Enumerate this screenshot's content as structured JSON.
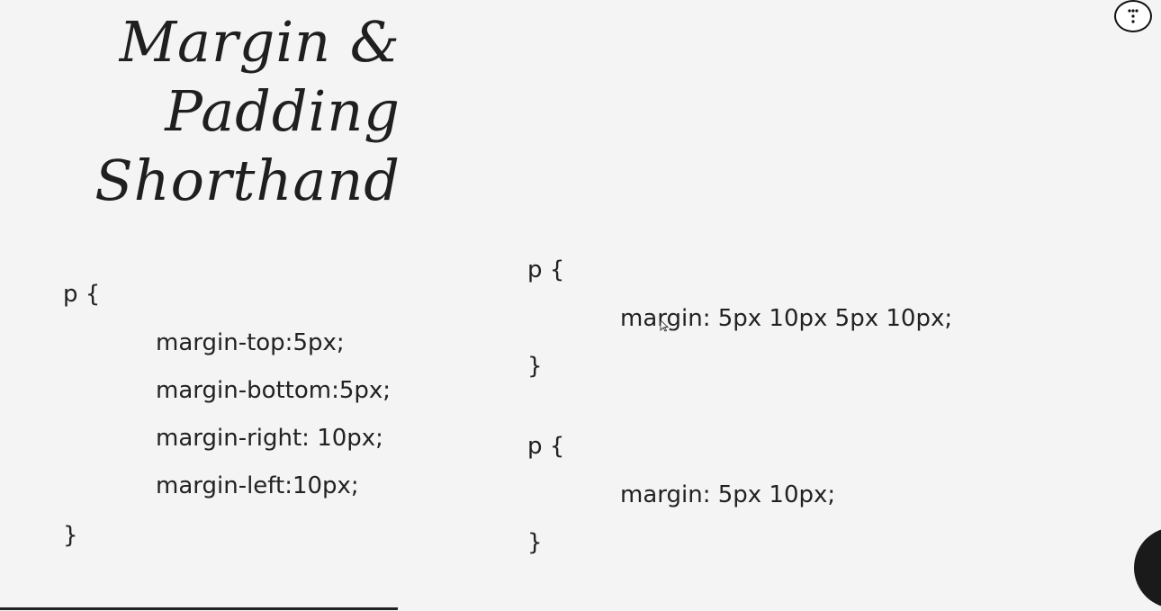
{
  "slide": {
    "title_lines": [
      "Margin &",
      "Padding",
      "Shorthand"
    ],
    "left_code": {
      "open": "p {",
      "lines": [
        "margin-top:5px;",
        "margin-bottom:5px;",
        "margin-right: 10px;",
        "margin-left:10px;"
      ],
      "close": "}"
    },
    "right_code_1": {
      "open": "p {",
      "lines": [
        "margin: 5px 10px 5px 10px;"
      ],
      "close": "}"
    },
    "right_code_2": {
      "open": "p {",
      "lines": [
        "margin: 5px 10px;"
      ],
      "close": "}"
    }
  },
  "player": {
    "menu_icon": "more-vertical-icon",
    "progress_fraction": 0.343,
    "progress_color": "#222222",
    "side_button_color": "#1a1a1a"
  }
}
